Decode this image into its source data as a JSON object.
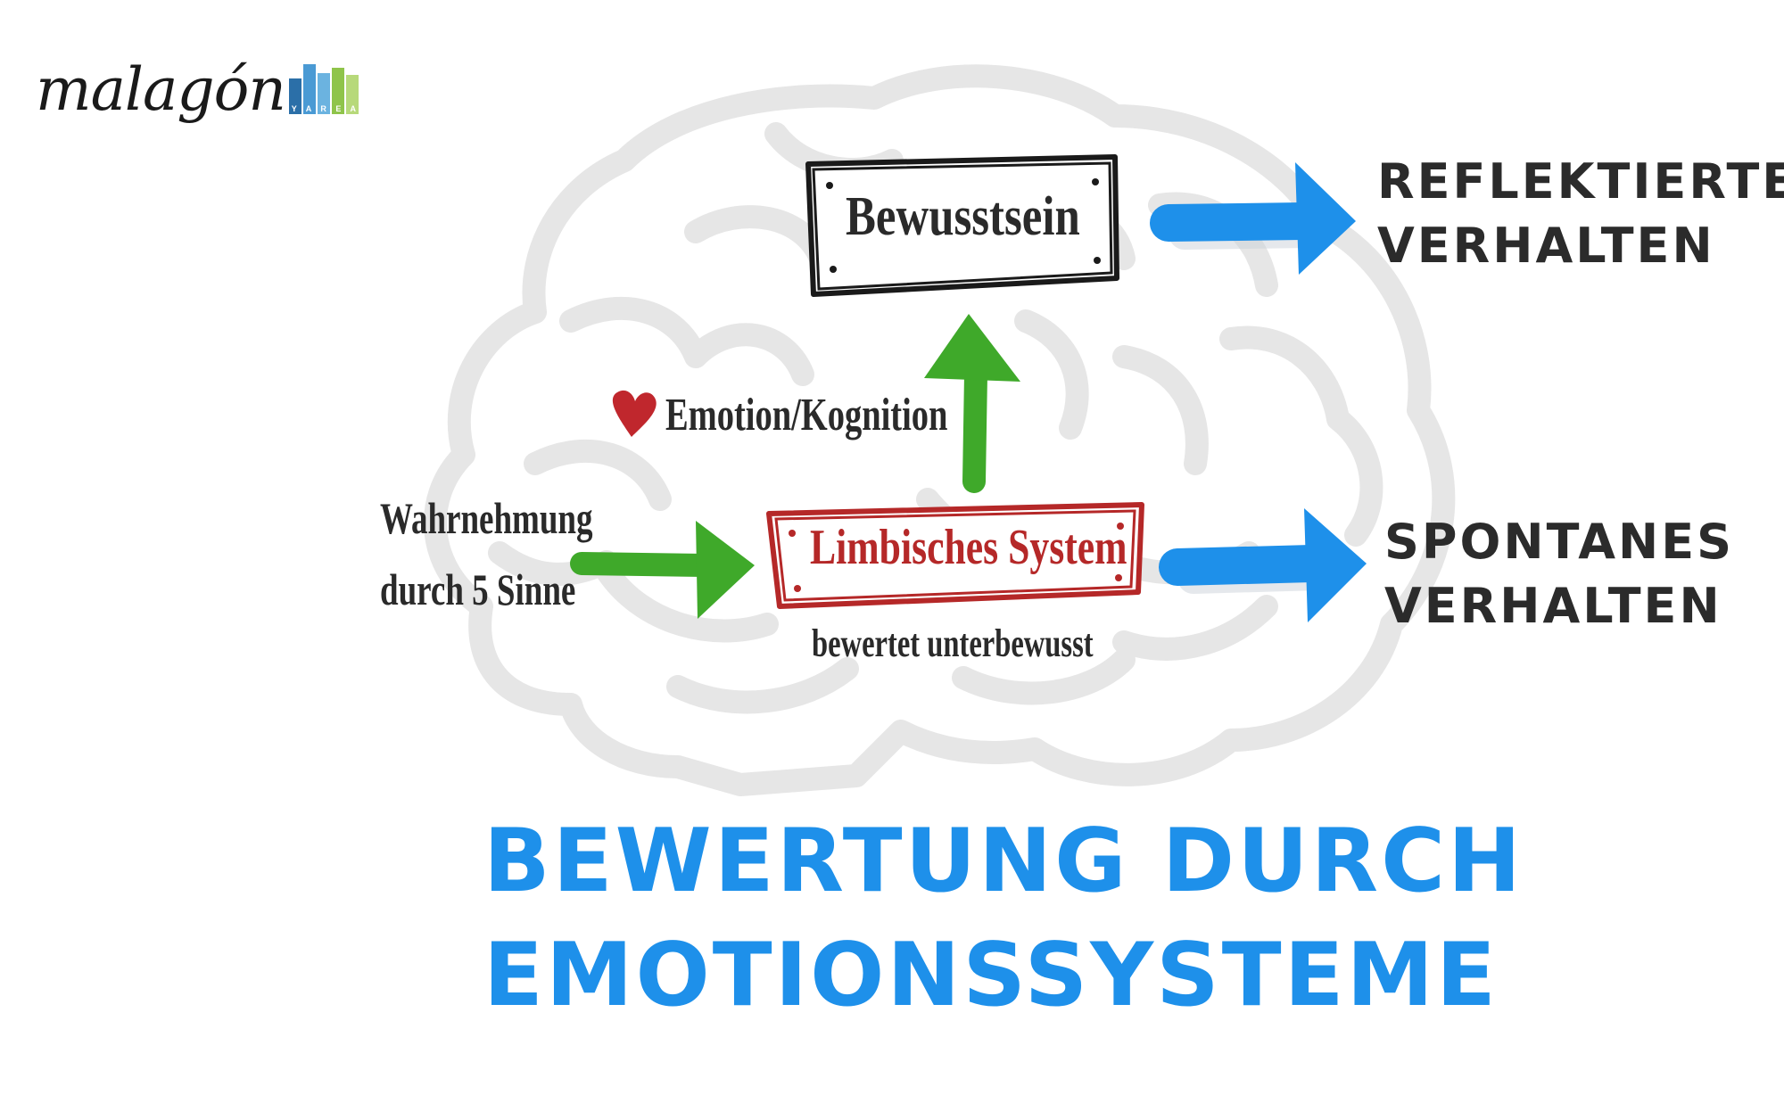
{
  "logo": {
    "wordmark": "malagón",
    "subtext": "Y A R E A",
    "bar_colors": [
      "#2b6fa8",
      "#4a9ad4",
      "#6bb3e0",
      "#8fc44a",
      "#b7d97a"
    ]
  },
  "diagram": {
    "consciousness_box": "Bewusstsein",
    "limbic_box": "Limbisches System",
    "limbic_caption": "bewertet unterbewusst",
    "emotion_label": "Emotion/Kognition",
    "input_label_line1": "Wahrnehmung",
    "input_label_line2": "durch 5 Sinne",
    "output_top_line1": "REFLEKTIERTES",
    "output_top_line2": "VERHALTEN",
    "output_bottom_line1": "SPONTANES",
    "output_bottom_line2": "VERHALTEN"
  },
  "title": {
    "line1": "BEWERTUNG DURCH",
    "line2": "EMOTIONSSYSTEME"
  },
  "colors": {
    "blue_arrow": "#1e90ea",
    "green_arrow": "#3fa92a",
    "limbic_red": "#b52828",
    "heart": "#c0272d",
    "brain_outline": "#e6e6e6",
    "title": "#1e90ea"
  }
}
